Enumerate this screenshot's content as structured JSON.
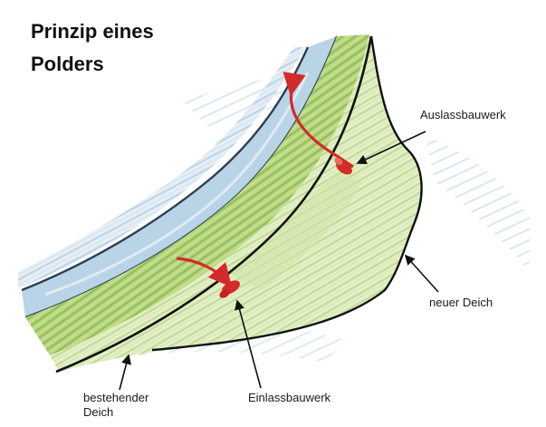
{
  "title": {
    "line1": "Prinzip eines",
    "line2": "Polders"
  },
  "labels": {
    "outlet_structure": "Auslassbauwerk",
    "new_dike": "neuer Deich",
    "existing_dike_line1": "bestehender",
    "existing_dike_line2": "Deich",
    "inlet_structure": "Einlassbauwerk"
  },
  "colors": {
    "river_water": "#b8d4e6",
    "river_bank_outline": "#2c3e50",
    "dike_green": "#9fc86a",
    "polder_green": "#cfe3a6",
    "hatch_blue": "#a9c6dc",
    "hatch_green": "#c2dc94",
    "outline": "#111111",
    "flow_arrow": "#d42a2a"
  }
}
